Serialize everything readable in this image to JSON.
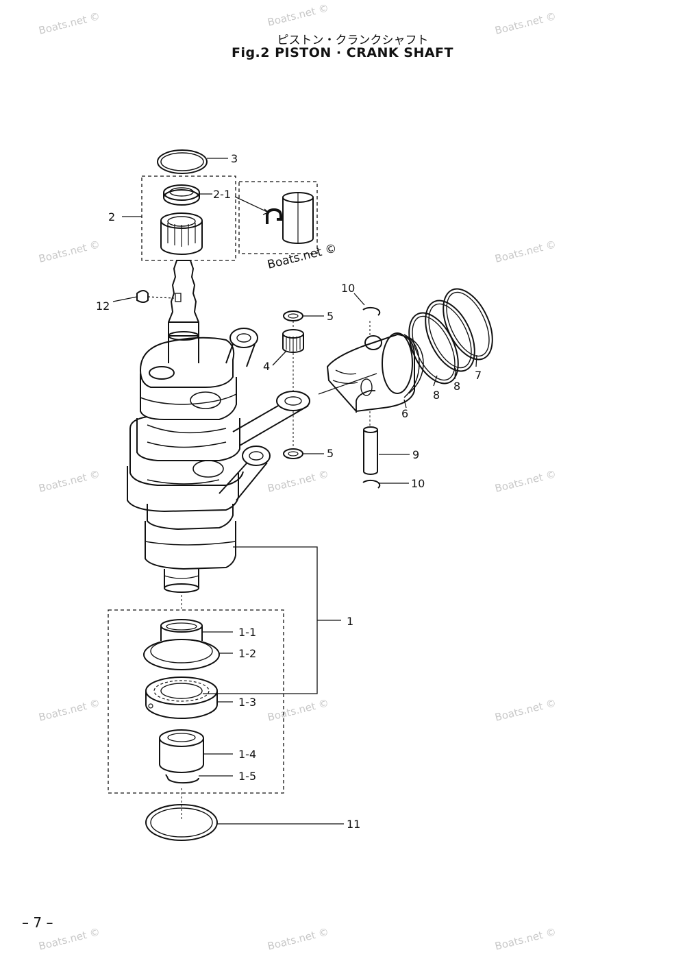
{
  "header": {
    "title_jp": "ピストン・クランクシャフト",
    "title_en": "Fig.2     PISTON · CRANK SHAFT"
  },
  "callouts": [
    "3",
    "2-1",
    "2",
    "12",
    "10",
    "5",
    "4",
    "7",
    "8",
    "8",
    "6",
    "5",
    "9",
    "10",
    "1",
    "1-1",
    "1-2",
    "1-3",
    "1-4",
    "1-5",
    "11"
  ],
  "watermark": "Boats.net ©",
  "footer": {
    "page": "– 7 –"
  },
  "colors": {
    "ink": "#111111",
    "watermark": "#c8c8c8",
    "paper": "#ffffff"
  }
}
